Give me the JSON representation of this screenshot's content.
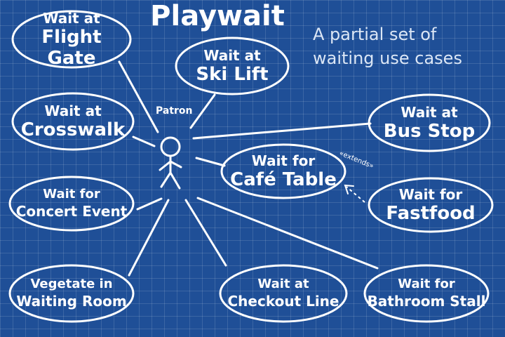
{
  "title": "Playwait",
  "note": "A partial set of waiting use cases",
  "actor": {
    "label": "Patron"
  },
  "extends_label": "«extends»",
  "use_cases": {
    "flight_gate": {
      "line1": "Wait at",
      "line2": "Flight Gate"
    },
    "ski_lift": {
      "line1": "Wait at",
      "line2": "Ski Lift"
    },
    "crosswalk": {
      "line1": "Wait at",
      "line2": "Crosswalk"
    },
    "bus_stop": {
      "line1": "Wait at",
      "line2": "Bus Stop"
    },
    "cafe_table": {
      "line1": "Wait for",
      "line2": "Café Table"
    },
    "concert_event": {
      "line1": "Wait for",
      "line2": "Concert Event"
    },
    "fastfood": {
      "line1": "Wait for",
      "line2": "Fastfood"
    },
    "waiting_room": {
      "line1": "Vegetate in",
      "line2": "Waiting Room"
    },
    "checkout_line": {
      "line1": "Wait at",
      "line2": "Checkout Line"
    },
    "bathroom_stall": {
      "line1": "Wait for",
      "line2": "Bathroom Stall"
    }
  }
}
